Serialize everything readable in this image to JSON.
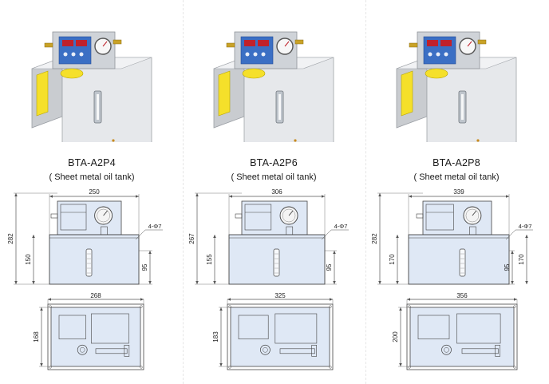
{
  "products": [
    {
      "model": "BTA-A2P4",
      "tank_type": "( Sheet metal oil tank)",
      "front_view": {
        "width": "250",
        "total_height": "282",
        "tank_height": "150",
        "pump_height": "95",
        "hole_note": "4-Φ7"
      },
      "bottom_view": {
        "width": "268",
        "depth": "168"
      }
    },
    {
      "model": "BTA-A2P6",
      "tank_type": "( Sheet metal oil tank)",
      "front_view": {
        "width": "306",
        "total_height": "267",
        "tank_height": "155",
        "pump_height": "95",
        "hole_note": "4-Φ7"
      },
      "bottom_view": {
        "width": "325",
        "depth": "183"
      }
    },
    {
      "model": "BTA-A2P8",
      "tank_type": "( Sheet metal oil tank)",
      "front_view": {
        "width": "339",
        "total_height": "282",
        "tank_height": "170",
        "pump_height": "95",
        "hole_note": "4-Φ7"
      },
      "bottom_view": {
        "width": "356",
        "depth": "200"
      }
    }
  ],
  "colors": {
    "tank_fill": "#dfe8f5",
    "pump_fill": "#dfe8f5",
    "warning_yellow": "#f5e02a",
    "line": "#444444",
    "dim_line": "#555555",
    "device_panel": "#3b6fc4",
    "device_silver": "#d9dde2"
  }
}
